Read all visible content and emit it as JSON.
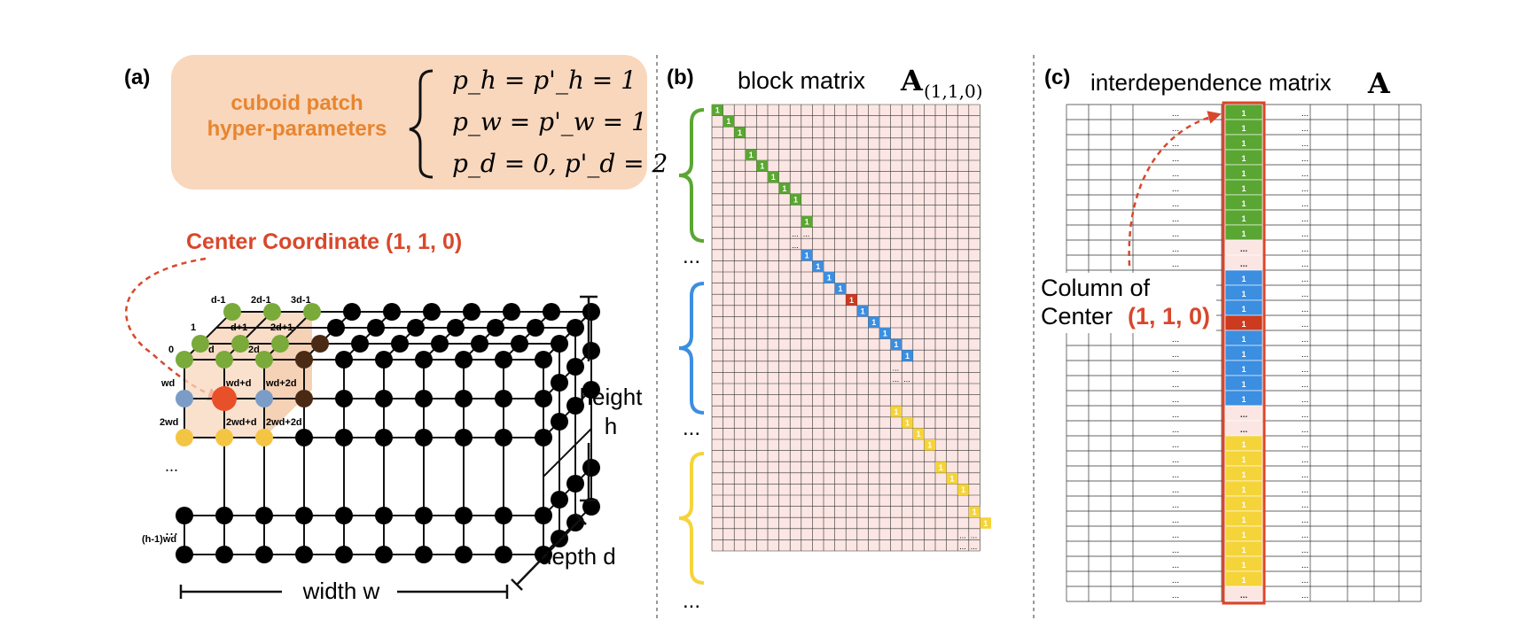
{
  "panel_a": {
    "label": "(a)",
    "hyper_title_1": "cuboid patch",
    "hyper_title_2": "hyper-parameters",
    "eq_h": "p_h = p'_h = 1",
    "eq_w": "p_w = p'_w = 1",
    "eq_d": "p_d = 0, p'_d = 2",
    "center_label": "Center Coordinate (1, 1, 0)",
    "node_labels": {
      "back_row": [
        "d-1",
        "2d-1",
        "3d-1"
      ],
      "mid_row": [
        "1",
        "d+1",
        "2d+1"
      ],
      "front_row": [
        "0",
        "d",
        "2d"
      ],
      "row_wd": [
        "wd",
        "wd+d",
        "wd+2d"
      ],
      "row_2wd": [
        "2wd",
        "2wd+d",
        "2wd+2d"
      ],
      "row_h1": "(h-1)wd",
      "ellipsis": "..."
    },
    "height_label_1": "height",
    "height_label_2": "h",
    "depth_label": "depth d",
    "width_label": "width w",
    "colors": {
      "green": "#7aaa3a",
      "blue": "#7b9cc7",
      "yellow": "#f4c542",
      "red": "#e8502a",
      "brown": "#4a2a14",
      "patch": "#f8d7bd",
      "orange_text": "#e8852f",
      "red_text": "#d9472b"
    }
  },
  "panel_b": {
    "label": "(b)",
    "title": "block matrix",
    "title_sym": "A",
    "title_sub": "(1,1,0)",
    "ellipsis": "...",
    "one": "1",
    "colors": {
      "bg": "#fbe6e3",
      "green": "#5aa632",
      "blue": "#3b8ee0",
      "red": "#cc3a1f",
      "yellow": "#f5d43a"
    }
  },
  "panel_c": {
    "label": "(c)",
    "title": "interdependence matrix",
    "title_sym": "A",
    "column_label_1": "Column of",
    "column_label_2": "Center",
    "column_label_coord": "(1, 1, 0)",
    "ellipsis": "...",
    "one": "1"
  }
}
